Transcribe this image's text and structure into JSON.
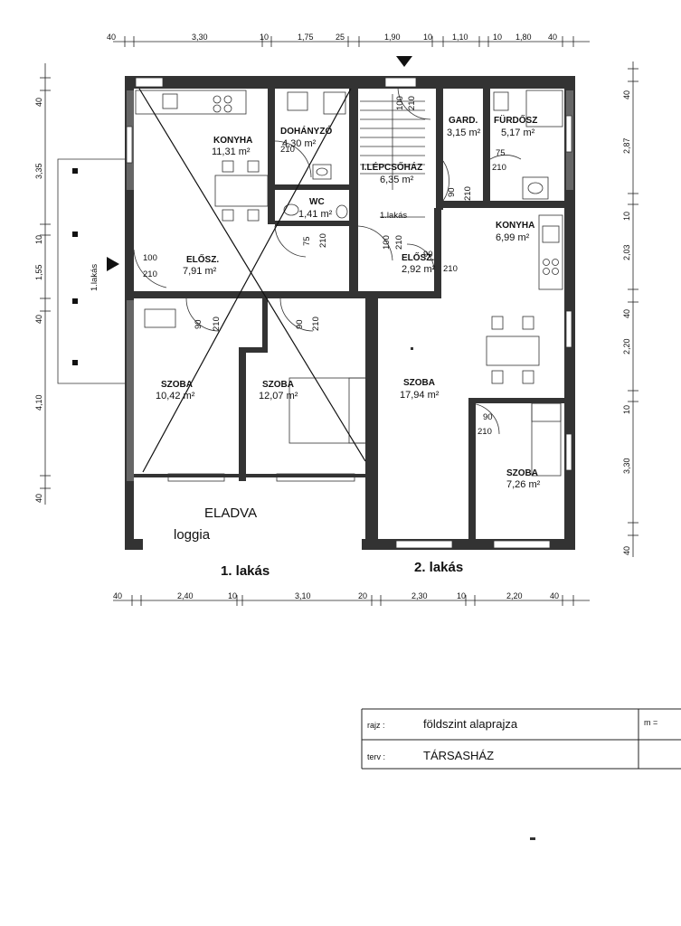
{
  "dimensions": {
    "top": [
      "40",
      "3,30",
      "10",
      "1,75",
      "25",
      "1,90",
      "10",
      "1,10",
      "10",
      "1,80",
      "40"
    ],
    "bottom": [
      "40",
      "2,40",
      "10",
      "3,10",
      "20",
      "2,30",
      "10",
      "2,20",
      "40"
    ],
    "left": [
      "40",
      "3,35",
      "10",
      "1,55",
      "40",
      "4,10",
      "40"
    ],
    "right": [
      "40",
      "2,87",
      "10",
      "2,03",
      "40",
      "2,20",
      "10",
      "3,30",
      "40"
    ]
  },
  "rooms": {
    "konyha1": {
      "name": "KONYHA",
      "area": "11,31 m²"
    },
    "dohanyzo": {
      "name": "DOHÁNYZÓ",
      "area": "4,30 m²"
    },
    "wc": {
      "name": "WC",
      "area": "1,41 m²"
    },
    "eloszoba1": {
      "name": "ELŐSZ.",
      "area": "7,91 m²"
    },
    "lepcsohaz": {
      "name": "I.LÉPCSŐHÁZ",
      "area": "6,35 m²"
    },
    "gard": {
      "name": "GARD.",
      "area": "3,15 m²"
    },
    "furdo": {
      "name": "FÜRDŐSZ",
      "area": "5,17 m²"
    },
    "konyha2": {
      "name": "KONYHA",
      "area": "6,99 m²"
    },
    "eloszoba2": {
      "name": "ELŐSZ.",
      "area": "2,92 m²"
    },
    "szoba_a": {
      "name": "SZOBA",
      "area": "10,42 m²"
    },
    "szoba_b": {
      "name": "SZOBA",
      "area": "12,07 m²"
    },
    "szoba_c": {
      "name": "SZOBA",
      "area": "17,94 m²"
    },
    "szoba_d": {
      "name": "SZOBA",
      "area": "7,26 m²"
    }
  },
  "doors": {
    "dohanyzo": [
      "210"
    ],
    "stair_top": [
      "100",
      "210"
    ],
    "furdo": [
      "75",
      "210"
    ],
    "gard": [
      "90",
      "210"
    ],
    "wc": [
      "75",
      "210"
    ],
    "ent1": [
      "100",
      "210"
    ],
    "ent2": [
      "100",
      "210"
    ],
    "elosz2": [
      "90",
      "210"
    ],
    "szoba_a": [
      "90",
      "210"
    ],
    "szoba_b": [
      "90",
      "210"
    ],
    "szoba_d": [
      "90",
      "210"
    ]
  },
  "labels": {
    "lakas_small_stair": "1.lakás",
    "lakas_rotated": "1.lakás",
    "eladva": "ELADVA",
    "loggia": "loggia",
    "unit1": "1. lakás",
    "unit2": "2. lakás"
  },
  "title_block": {
    "rajz_label": "rajz :",
    "rajz_value": "földszint alaprajza",
    "terv_label": "terv :",
    "terv_value": "TÁRSASHÁZ",
    "m_label": "m ="
  }
}
